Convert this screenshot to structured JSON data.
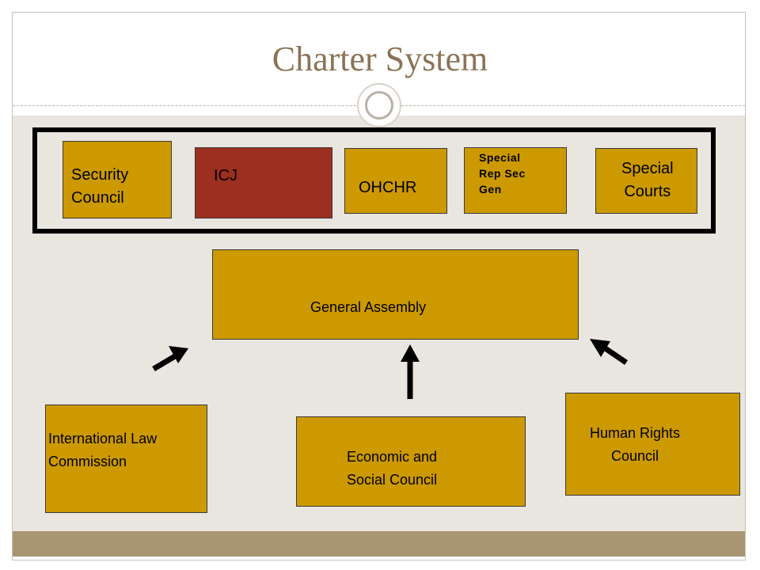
{
  "slide": {
    "title": "Charter System"
  },
  "diagram": {
    "group_nodes": [
      {
        "id": "security-council",
        "label": "Security\nCouncil"
      },
      {
        "id": "icj",
        "label": "ICJ"
      },
      {
        "id": "ohchr",
        "label": "OHCHR"
      },
      {
        "id": "special-rep",
        "label": "Special\nRep Sec\nGen"
      },
      {
        "id": "special-courts",
        "label": "Special\nCourts"
      }
    ],
    "center_node": {
      "id": "general-assembly",
      "label": "General Assembly"
    },
    "bottom_nodes": [
      {
        "id": "ilc",
        "label": "International Law\nCommission"
      },
      {
        "id": "ecosoc",
        "label": "Economic and\nSocial Council"
      },
      {
        "id": "hrc",
        "label": "Human Rights\nCouncil"
      }
    ],
    "colors": {
      "box_fill": "#cc9900",
      "icj_fill": "#9c2f1f",
      "title_color": "#8b7355",
      "bar_color": "#a89672",
      "arrow_color": "#000000"
    }
  }
}
